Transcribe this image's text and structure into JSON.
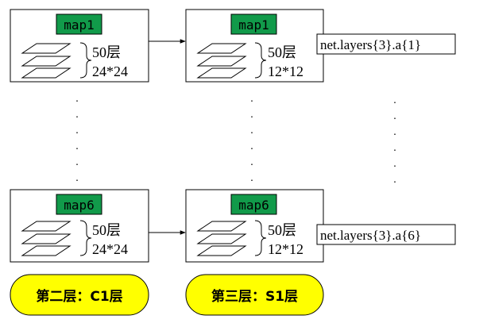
{
  "colors": {
    "map_label_fill": "#119a4a",
    "layer_label_fill": "#ffff00",
    "stroke": "#000000",
    "background": "#ffffff"
  },
  "c1_layer": {
    "top_box": {
      "map_label": "map1",
      "depth": "50层",
      "size": "24*24"
    },
    "bottom_box": {
      "map_label": "map6",
      "depth": "50层",
      "size": "24*24"
    },
    "caption": "第二层：C1层"
  },
  "s1_layer": {
    "top_box": {
      "map_label": "map1",
      "depth": "50层",
      "size": "12*12",
      "output": "net.layers{3}.a{1}"
    },
    "bottom_box": {
      "map_label": "map6",
      "depth": "50层",
      "size": "12*12",
      "output": "net.layers{3}.a{6}"
    },
    "caption": "第三层：S1层"
  },
  "continuation": "."
}
